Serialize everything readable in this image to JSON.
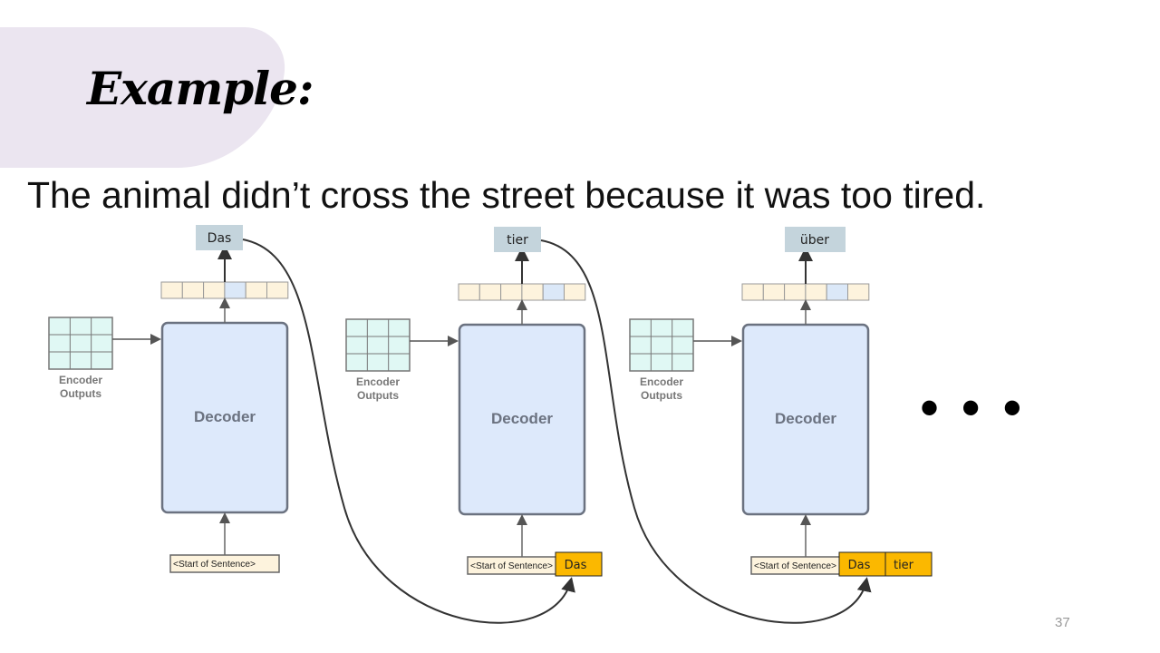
{
  "slide": {
    "title": "Example:",
    "sentence": "The animal didn’t cross the street because it was too tired.",
    "page_number": "37",
    "ellipsis": "• • •"
  },
  "panels": [
    {
      "output_word": "Das",
      "decoder_label": "Decoder",
      "encoder_label_1": "Encoder",
      "encoder_label_2": "Outputs",
      "start_token": "<Start of Sentence>",
      "previous_tokens": [],
      "highlight_index": 3
    },
    {
      "output_word": "tier",
      "decoder_label": "Decoder",
      "encoder_label_1": "Encoder",
      "encoder_label_2": "Outputs",
      "start_token": "<Start of Sentence>",
      "previous_tokens": [
        "Das"
      ],
      "highlight_index": 4
    },
    {
      "output_word": "über",
      "decoder_label": "Decoder",
      "encoder_label_1": "Encoder",
      "encoder_label_2": "Outputs",
      "start_token": "<Start of Sentence>",
      "previous_tokens": [
        "Das",
        "tier"
      ],
      "highlight_index": 4
    }
  ],
  "colors": {
    "decoder_fill": "#dde9fb",
    "decoder_stroke": "#6b7280",
    "output_fill": "#c4d4dc",
    "token_fill": "#fbb800",
    "encoder_fill": "#e0f8f4",
    "vector_fill": "#fdf3dd",
    "vector_highlight": "#dbe8f8"
  }
}
